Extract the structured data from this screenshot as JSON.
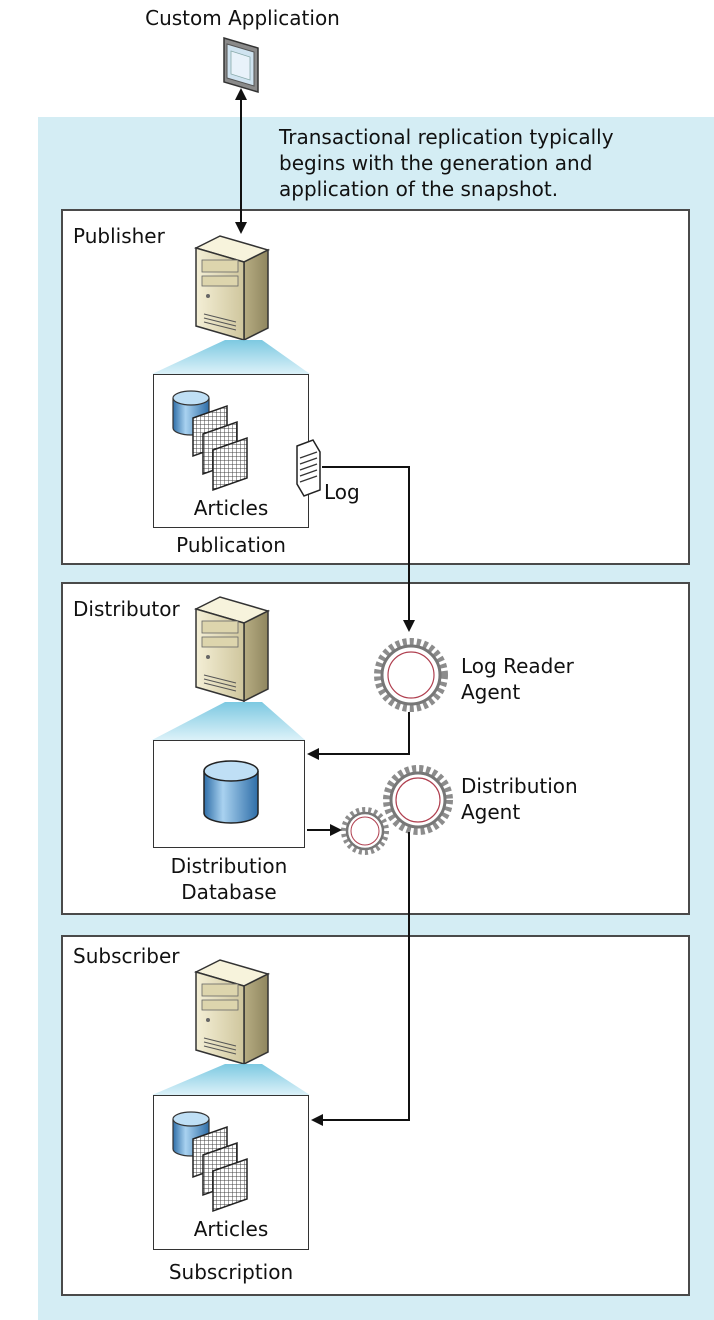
{
  "custom_app": {
    "label": "Custom Application"
  },
  "note": {
    "line1": "Transactional replication typically",
    "line2": "begins with the generation and",
    "line3": "application of the snapshot."
  },
  "publisher": {
    "title": "Publisher",
    "articles_label": "Articles",
    "publication_label": "Publication",
    "log_label": "Log"
  },
  "distributor": {
    "title": "Distributor",
    "log_reader_line1": "Log Reader",
    "log_reader_line2": "Agent",
    "distribution_agent_line1": "Distribution",
    "distribution_agent_line2": "Agent",
    "database_line1": "Distribution",
    "database_line2": "Database"
  },
  "subscriber": {
    "title": "Subscriber",
    "articles_label": "Articles",
    "subscription_label": "Subscription"
  },
  "colors": {
    "background_panel": "#d4edf4",
    "server_body": "#e8e2c4",
    "database_blue": "#5b9bd0",
    "gear_gray": "#9a9a9a",
    "beam": "#9fd6e8"
  }
}
